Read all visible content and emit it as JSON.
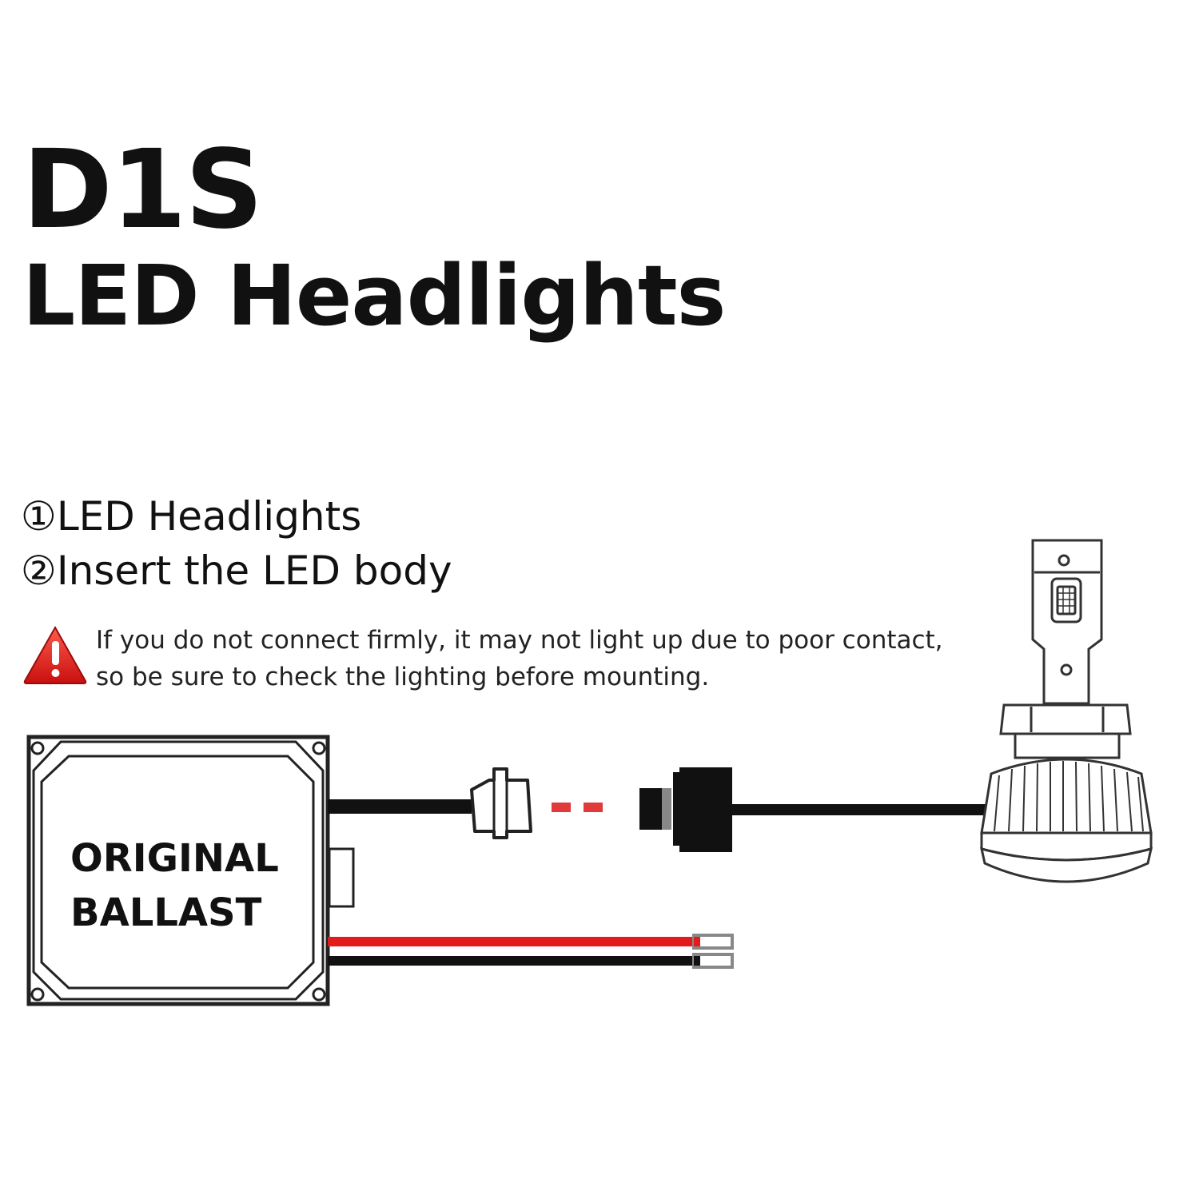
{
  "title": {
    "model": "D1S",
    "product": "LED Headlights"
  },
  "steps": [
    {
      "marker": "①",
      "text": "LED Headlights"
    },
    {
      "marker": "②",
      "text": "Insert the LED body"
    }
  ],
  "warning": {
    "icon": "warning-triangle-icon",
    "line1": "If you do not connect firmly, it may not light up due to poor contact,",
    "line2": "so be sure to check the lighting before mounting."
  },
  "ballast": {
    "line1": "ORIGINAL",
    "line2": "BALLAST"
  },
  "colors": {
    "accent_red": "#e21b1b",
    "dash_red": "#e03a3a",
    "wire_black": "#111111"
  }
}
